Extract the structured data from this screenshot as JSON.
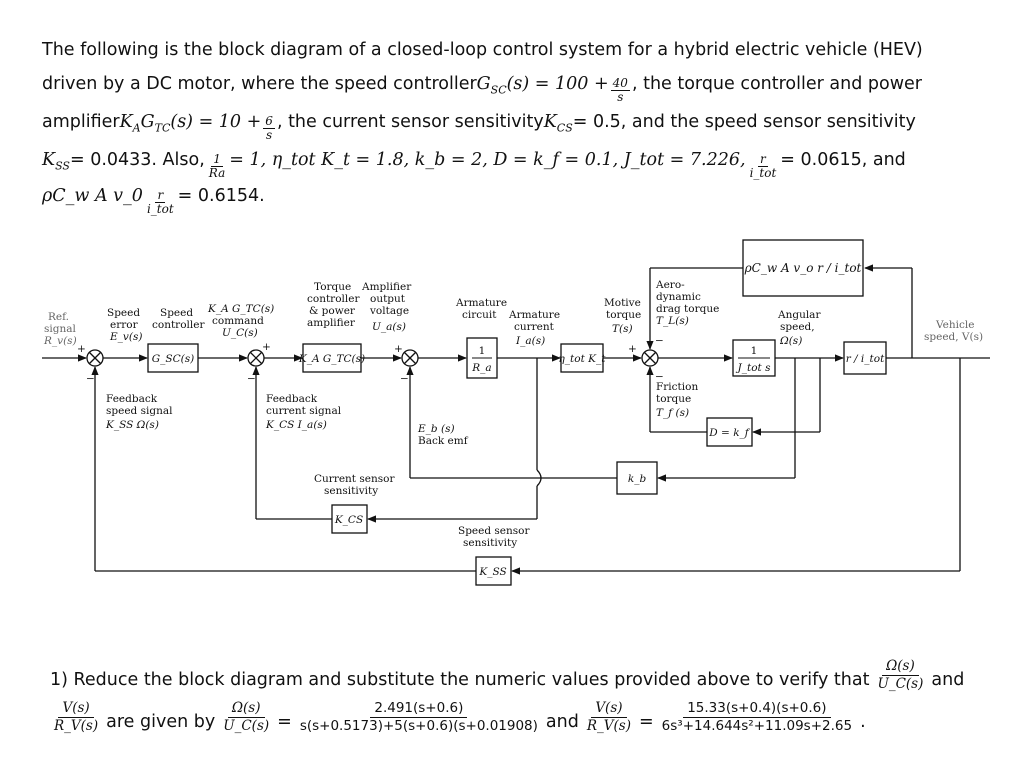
{
  "problem": {
    "line1": "The following is the block diagram of a closed-loop control system for a hybrid electric vehicle (HEV)",
    "line2_a": "driven by a DC motor, where the speed controller ",
    "gsc_lhs": "G",
    "gsc_sub": "SC",
    "gsc_rhs": "(s) = 100 +",
    "gsc_frac_num": "40",
    "gsc_frac_den": "s",
    "line2_b": ", the torque controller and power",
    "line3_a": "amplifier ",
    "katc_lhs": "K",
    "katc_sub1": "A",
    "katc_mid": "G",
    "katc_sub2": "TC",
    "katc_rhs": "(s) = 10 +",
    "katc_frac_num": "6",
    "katc_frac_den": "s",
    "line3_b": ", the current sensor sensitivity ",
    "kcs_sym": "K",
    "kcs_sub": "CS",
    "kcs_val": " = 0.5, and the speed sensor sensitivity",
    "kss_sym": "K",
    "kss_sub": "SS",
    "kss_val": " = 0.0433.  Also,",
    "ra_num": "1",
    "ra_den": "Ra",
    "line4_vals": "= 1, η_tot K_t = 1.8, k_b = 2, D = k_f = 0.1, J_tot = 7.226,",
    "ritot_num": "r",
    "ritot_den": "i_tot",
    "line4_end": "= 0.0615,  and",
    "line5_a": "ρC_w A v_0",
    "line5_frac_num": "r",
    "line5_frac_den": "i_tot",
    "line5_b": "= 0.6154."
  },
  "diagram": {
    "labels": {
      "ref_signal": "Ref.",
      "ref_signal2": "signal",
      "ref_signal3": "R_v(s)",
      "speed_error": "Speed",
      "speed_error2": "error",
      "speed_error3": "E_v(s)",
      "speed_controller": "Speed",
      "speed_controller2": "controller",
      "ka_gtc_cmd": "K_A G_TC(s)",
      "ka_gtc_cmd2": "command",
      "ka_gtc_cmd3": "U_C(s)",
      "torque_ctrl": "Torque",
      "torque_ctrl2": "controller",
      "torque_ctrl3": "& power",
      "torque_ctrl4": "amplifier",
      "amp_out": "Amplifier",
      "amp_out2": "output",
      "amp_out3": "voltage",
      "amp_out4": "U_a(s)",
      "arm_circuit": "Armature",
      "arm_circuit2": "circuit",
      "arm_current": "Armature",
      "arm_current2": "current",
      "arm_current3": "I_a(s)",
      "motive": "Motive",
      "motive2": "torque",
      "motive3": "T(s)",
      "aero": "Aero-",
      "aero2": "dynamic",
      "aero3": "drag torque",
      "aero4": "T_L(s)",
      "angular": "Angular",
      "angular2": "speed,",
      "angular3": "Ω(s)",
      "vehicle": "Vehicle",
      "vehicle2": "speed, V(s)",
      "feedback_speed": "Feedback",
      "feedback_speed2": "speed signal",
      "feedback_speed3": "K_SS Ω(s)",
      "feedback_current": "Feedback",
      "feedback_current2": "current signal",
      "feedback_current3": "K_CS I_a(s)",
      "back_emf": "E_b (s)",
      "back_emf2": "Back emf",
      "friction": "Friction",
      "friction2": "torque",
      "friction3": "T_f (s)",
      "current_sensor": "Current sensor",
      "current_sensor2": "sensitivity",
      "speed_sensor": "Speed sensor",
      "speed_sensor2": "sensitivity"
    },
    "blocks": {
      "gsc": "G_SC(s)",
      "katc": "K_A G_TC(s)",
      "ra_num": "1",
      "ra_den": "R_a",
      "eta_kt": "η_tot K_t",
      "j_num": "1",
      "j_den": "J_tot s",
      "r_itot": "r / i_tot",
      "aero_block": "ρC_w A v_o r / i_tot",
      "d_kf": "D = k_f",
      "kb": "k_b",
      "kcs": "K_CS",
      "kss": "K_SS"
    },
    "signs": {
      "plus": "+",
      "minus": "−"
    }
  },
  "question": {
    "text_a": "1) Reduce the block diagram and substitute the numeric values provided above to verify that",
    "omega_uc_num": "Ω(s)",
    "omega_uc_den": "U_C(s)",
    "and1": "and",
    "vr_num": "V(s)",
    "vr_den": "R_V(s)",
    "are_given": "are given by",
    "eq1_lhs_num": "Ω(s)",
    "eq1_lhs_den": "U_C(s)",
    "eq1_num": "2.491(s+0.6)",
    "eq1_den": "s(s+0.5173)+5(s+0.6)(s+0.01908)",
    "and2": "and",
    "eq2_lhs_num": "V(s)",
    "eq2_lhs_den": "R_V(s)",
    "eq2_num": "15.33(s+0.4)(s+0.6)",
    "eq2_den": "6s³+14.644s²+11.09s+2.65",
    "eq_sign": "=",
    "period": "."
  }
}
